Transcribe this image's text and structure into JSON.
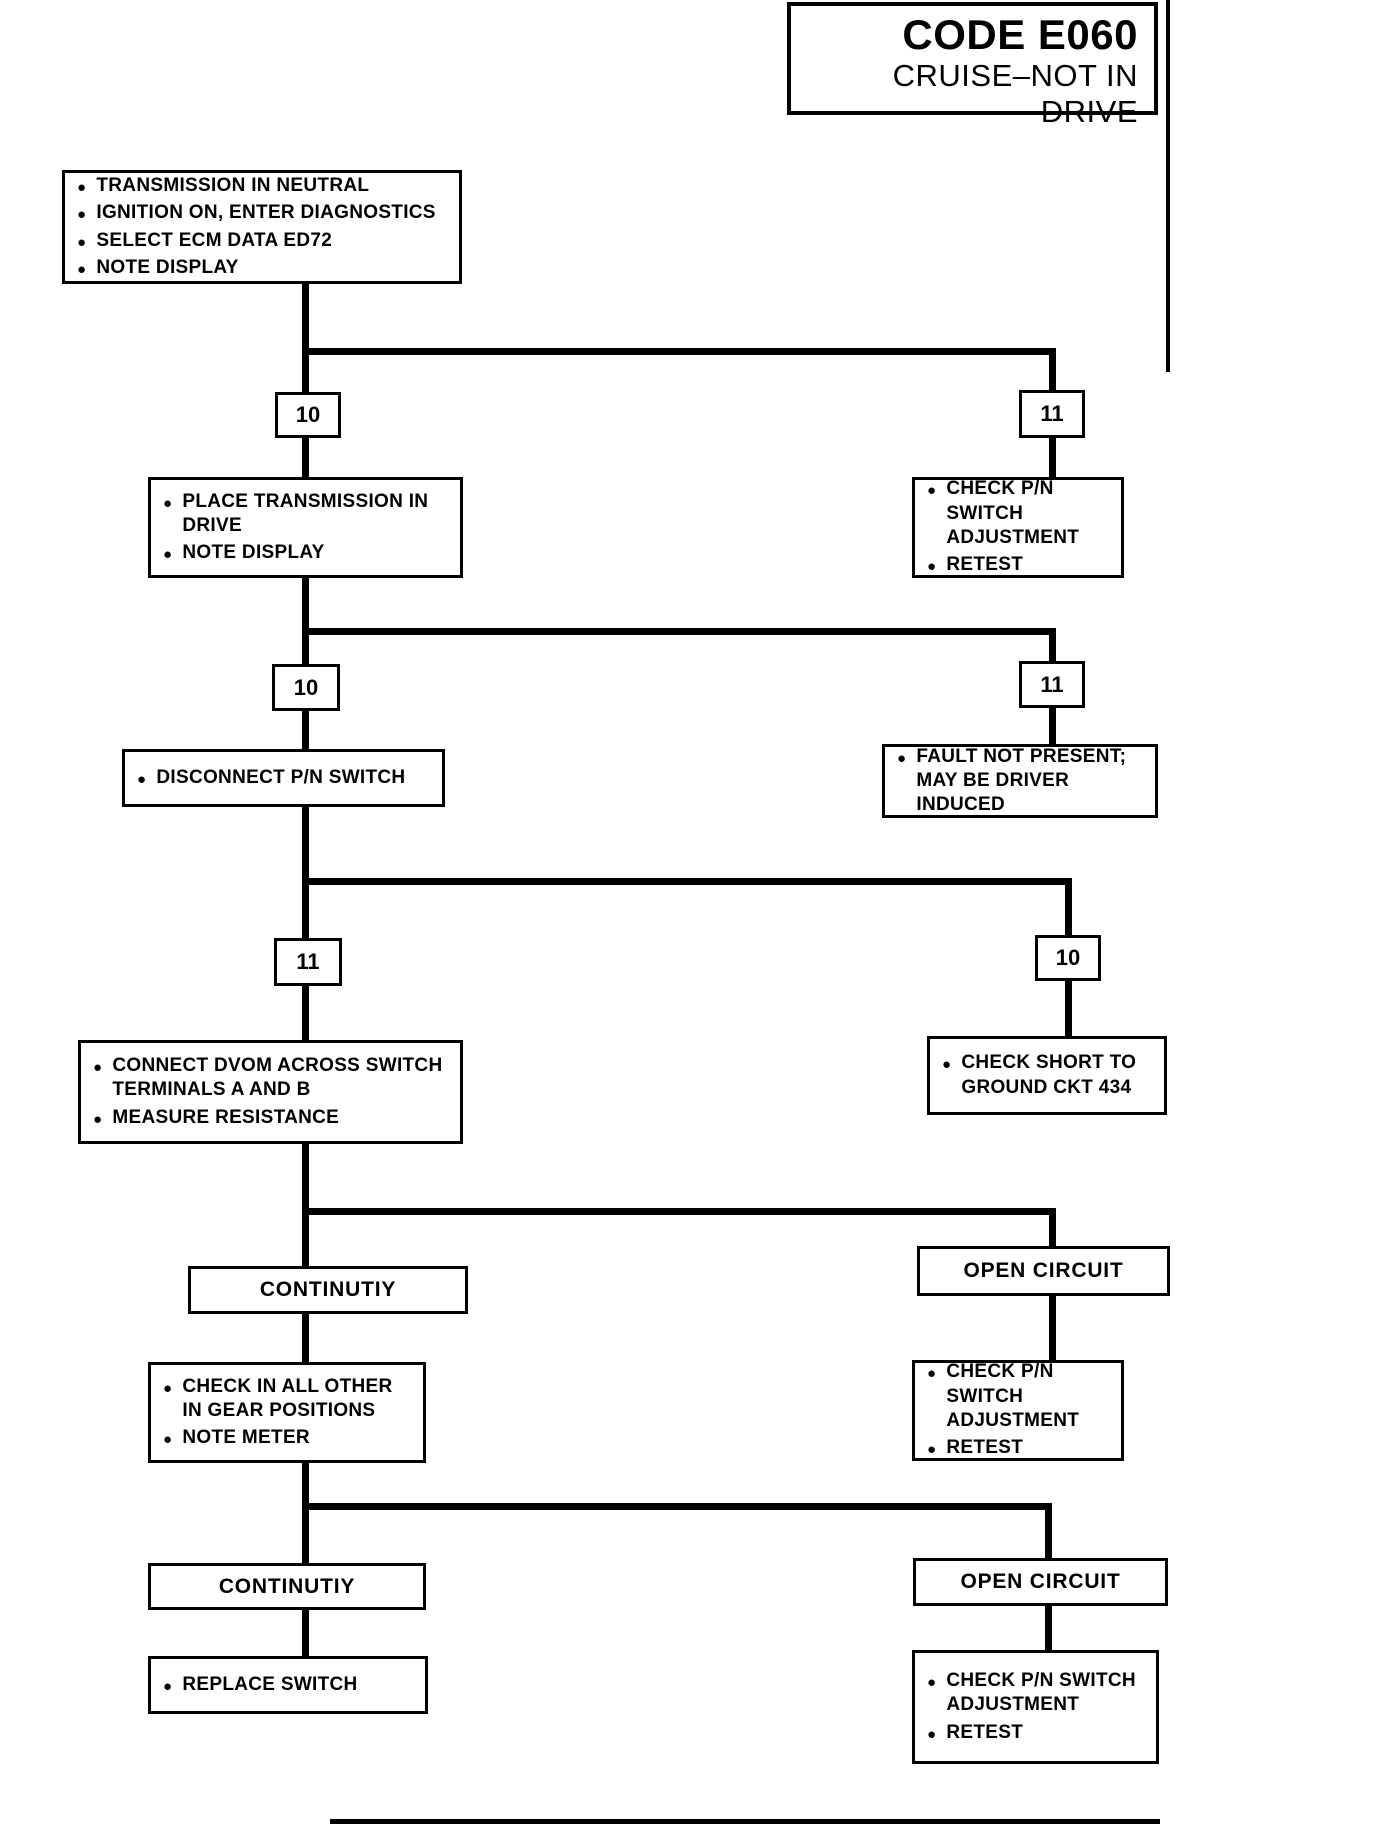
{
  "page": {
    "title_code": "CODE E060",
    "title_subtitle": "CRUISE–NOT IN DRIVE"
  },
  "colors": {
    "ink": "#000000",
    "paper": "#ffffff"
  },
  "flow": {
    "start": {
      "items": [
        "TRANSMISSION IN NEUTRAL",
        "IGNITION ON, ENTER DIAGNOSTICS",
        "SELECT ECM DATA ED72",
        "NOTE DISPLAY"
      ]
    },
    "branch1": {
      "left_label": "10",
      "right_label": "11"
    },
    "place_in_drive": {
      "items": [
        "PLACE TRANSMISSION IN DRIVE",
        "NOTE DISPLAY"
      ]
    },
    "check_pn_adjust_1": {
      "items": [
        "CHECK P/N SWITCH ADJUSTMENT",
        "RETEST"
      ]
    },
    "branch2": {
      "left_label": "10",
      "right_label": "11"
    },
    "disconnect_switch": {
      "items": [
        "DISCONNECT P/N SWITCH"
      ]
    },
    "fault_not_present": {
      "items": [
        "FAULT NOT PRESENT; MAY BE DRIVER INDUCED"
      ]
    },
    "branch3": {
      "left_label": "11",
      "right_label": "10"
    },
    "connect_dvom": {
      "items": [
        "CONNECT DVOM ACROSS SWITCH TERMINALS A AND B",
        "MEASURE RESISTANCE"
      ]
    },
    "check_short": {
      "items": [
        "CHECK SHORT TO GROUND CKT 434"
      ]
    },
    "branch4": {
      "left_label": "CONTINUTIY",
      "right_label": "OPEN CIRCUIT"
    },
    "check_in_gear": {
      "items": [
        "CHECK IN ALL OTHER IN GEAR POSITIONS",
        "NOTE METER"
      ]
    },
    "check_pn_adjust_2": {
      "items": [
        "CHECK P/N SWITCH ADJUSTMENT",
        "RETEST"
      ]
    },
    "branch5": {
      "left_label": "CONTINUTIY",
      "right_label": "OPEN CIRCUIT"
    },
    "replace_switch": {
      "items": [
        "REPLACE SWITCH"
      ]
    },
    "check_pn_adjust_3": {
      "items": [
        "CHECK P/N SWITCH ADJUSTMENT",
        "RETEST"
      ]
    }
  }
}
